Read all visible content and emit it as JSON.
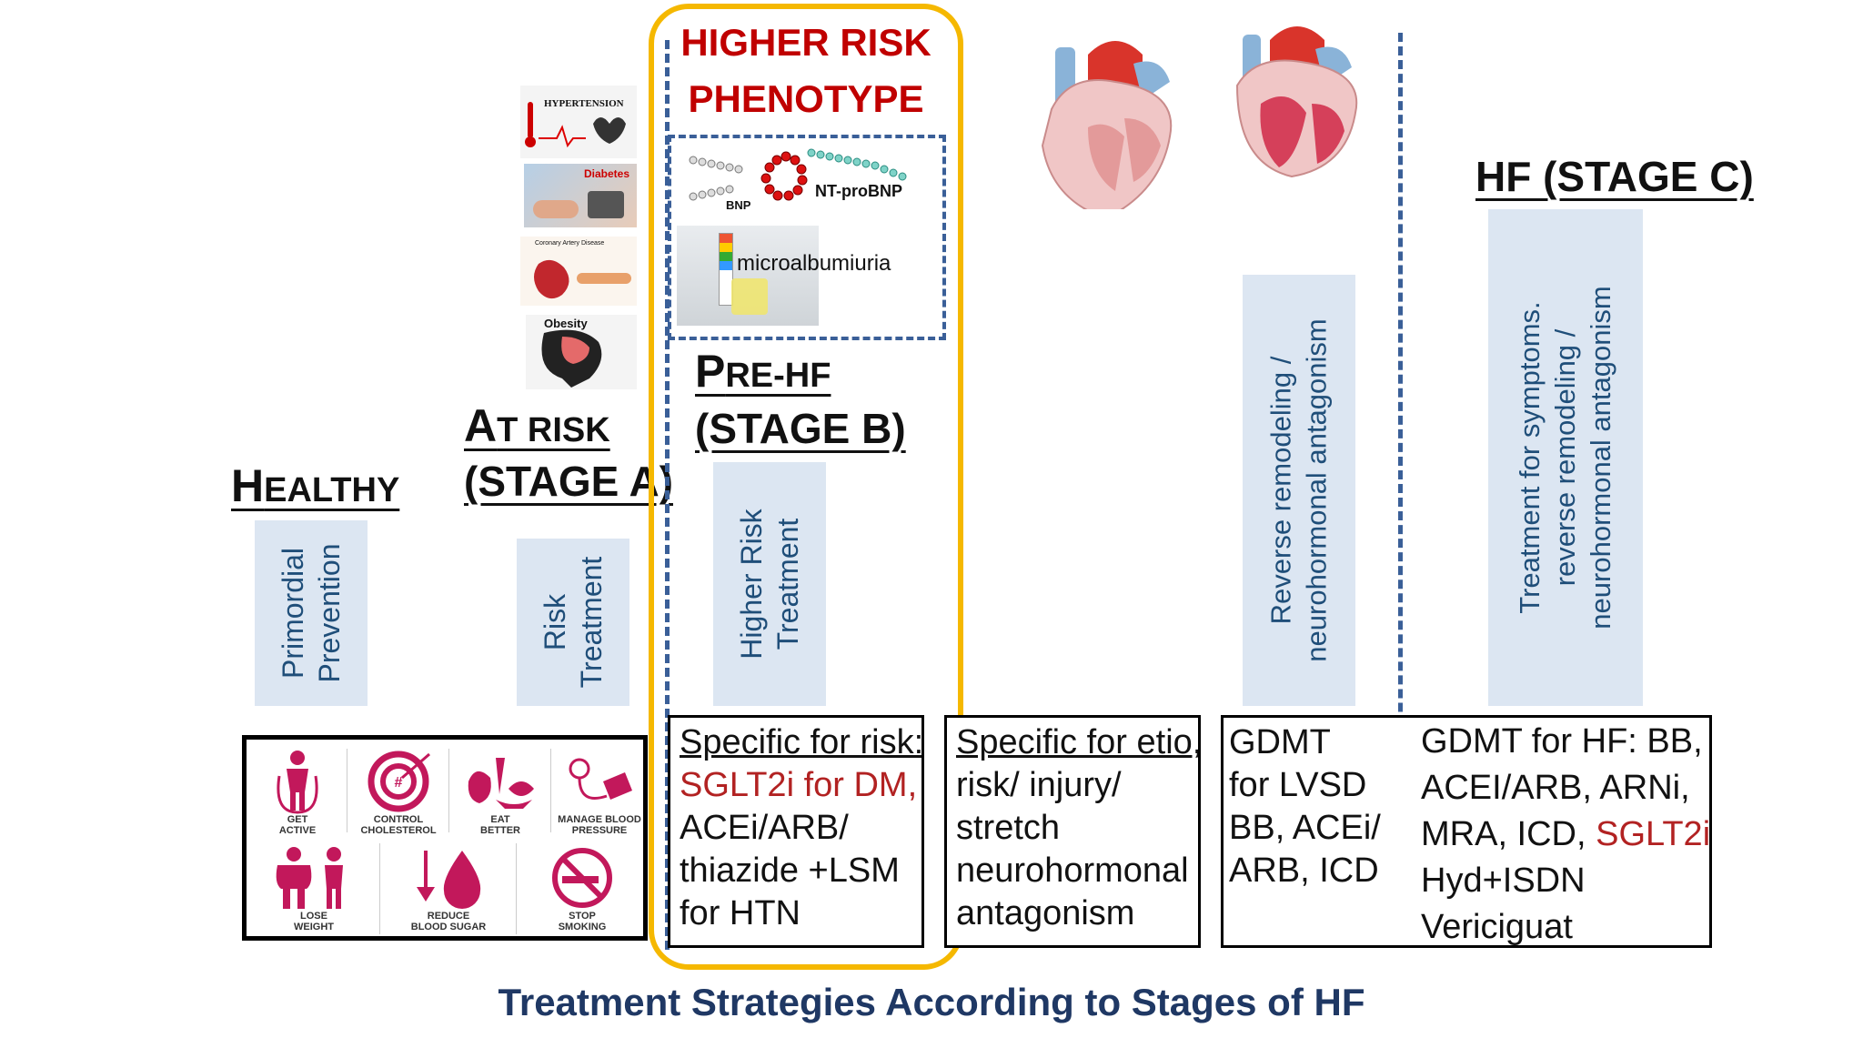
{
  "stages": {
    "healthy": {
      "first": "H",
      "rest": "EALTHY"
    },
    "at_risk": {
      "line1_first": "A",
      "line1_rest": "T RISK",
      "line2": "(STAGE A)"
    },
    "pre_hf": {
      "line1_first": "P",
      "line1_rest": "RE-HF",
      "line2": "(STAGE B)"
    },
    "hf": {
      "text": "HF (STAGE C)"
    }
  },
  "higher_risk_phenotype": {
    "line1": "HIGHER RISK",
    "line2": "PHENOTYPE"
  },
  "panels": {
    "primordial": [
      "Primordial",
      "Prevention"
    ],
    "risk": [
      "Risk",
      "Treatment"
    ],
    "higher_risk": [
      "Higher Risk",
      "Treatment"
    ],
    "reverse": [
      "Reverse remodeling /",
      "neurohormonal antagonism"
    ],
    "symptoms": [
      "Treatment for symptoms.",
      "reverse remodeling /",
      "neurohormonal antagonism"
    ]
  },
  "risk_factors": [
    "HYPERTENSION",
    "Diabetes",
    "Coronary Artery Disease",
    "Obesity"
  ],
  "biomarkers": {
    "bnp": "BNP",
    "ntprobnp": "NT-proBNP",
    "microalb": "microalbumiuria"
  },
  "lifestyle": {
    "get_active": [
      "GET",
      "ACTIVE"
    ],
    "control_chol": [
      "CONTROL",
      "CHOLESTEROL"
    ],
    "eat_better": [
      "EAT",
      "BETTER"
    ],
    "manage_bp": [
      "MANAGE BLOOD",
      "PRESSURE"
    ],
    "lose_weight": [
      "LOSE",
      "WEIGHT"
    ],
    "reduce_sugar": [
      "REDUCE",
      "BLOOD SUGAR"
    ],
    "stop_smoking": [
      "STOP",
      "SMOKING"
    ]
  },
  "boxes": {
    "specific_risk": {
      "l1": "Specific for risk:",
      "l2": "SGLT2i  for DM,",
      "l3": "ACEi/ARB/",
      "l4": "thiazide +LSM",
      "l5": "for HTN"
    },
    "specific_etio": {
      "l1": "Specific for etio,",
      "l2": "risk/ injury/",
      "l3": "stretch",
      "l4": "neurohormonal",
      "l5": "antagonism"
    },
    "gdmt_lvsd": {
      "l1": "GDMT",
      "l2": "for LVSD",
      "l3": "BB, ACEi/",
      "l4": "ARB, ICD"
    },
    "gdmt_hf": {
      "l1": "GDMT for HF: BB,",
      "l2": "ACEI/ARB, ARNi,",
      "l3a": "MRA, ICD, ",
      "l3b": "SGLT2i",
      "l4": "Hyd+ISDN",
      "l5": "Vericiguat"
    }
  },
  "caption": "Treatment Strategies According to Stages of HF",
  "colors": {
    "accent_red": "#b22222",
    "navy": "#1f3864",
    "panel": "#dce6f2",
    "gold": "#f5b800",
    "dash": "#3a5f98",
    "magenta": "#c2185b"
  }
}
